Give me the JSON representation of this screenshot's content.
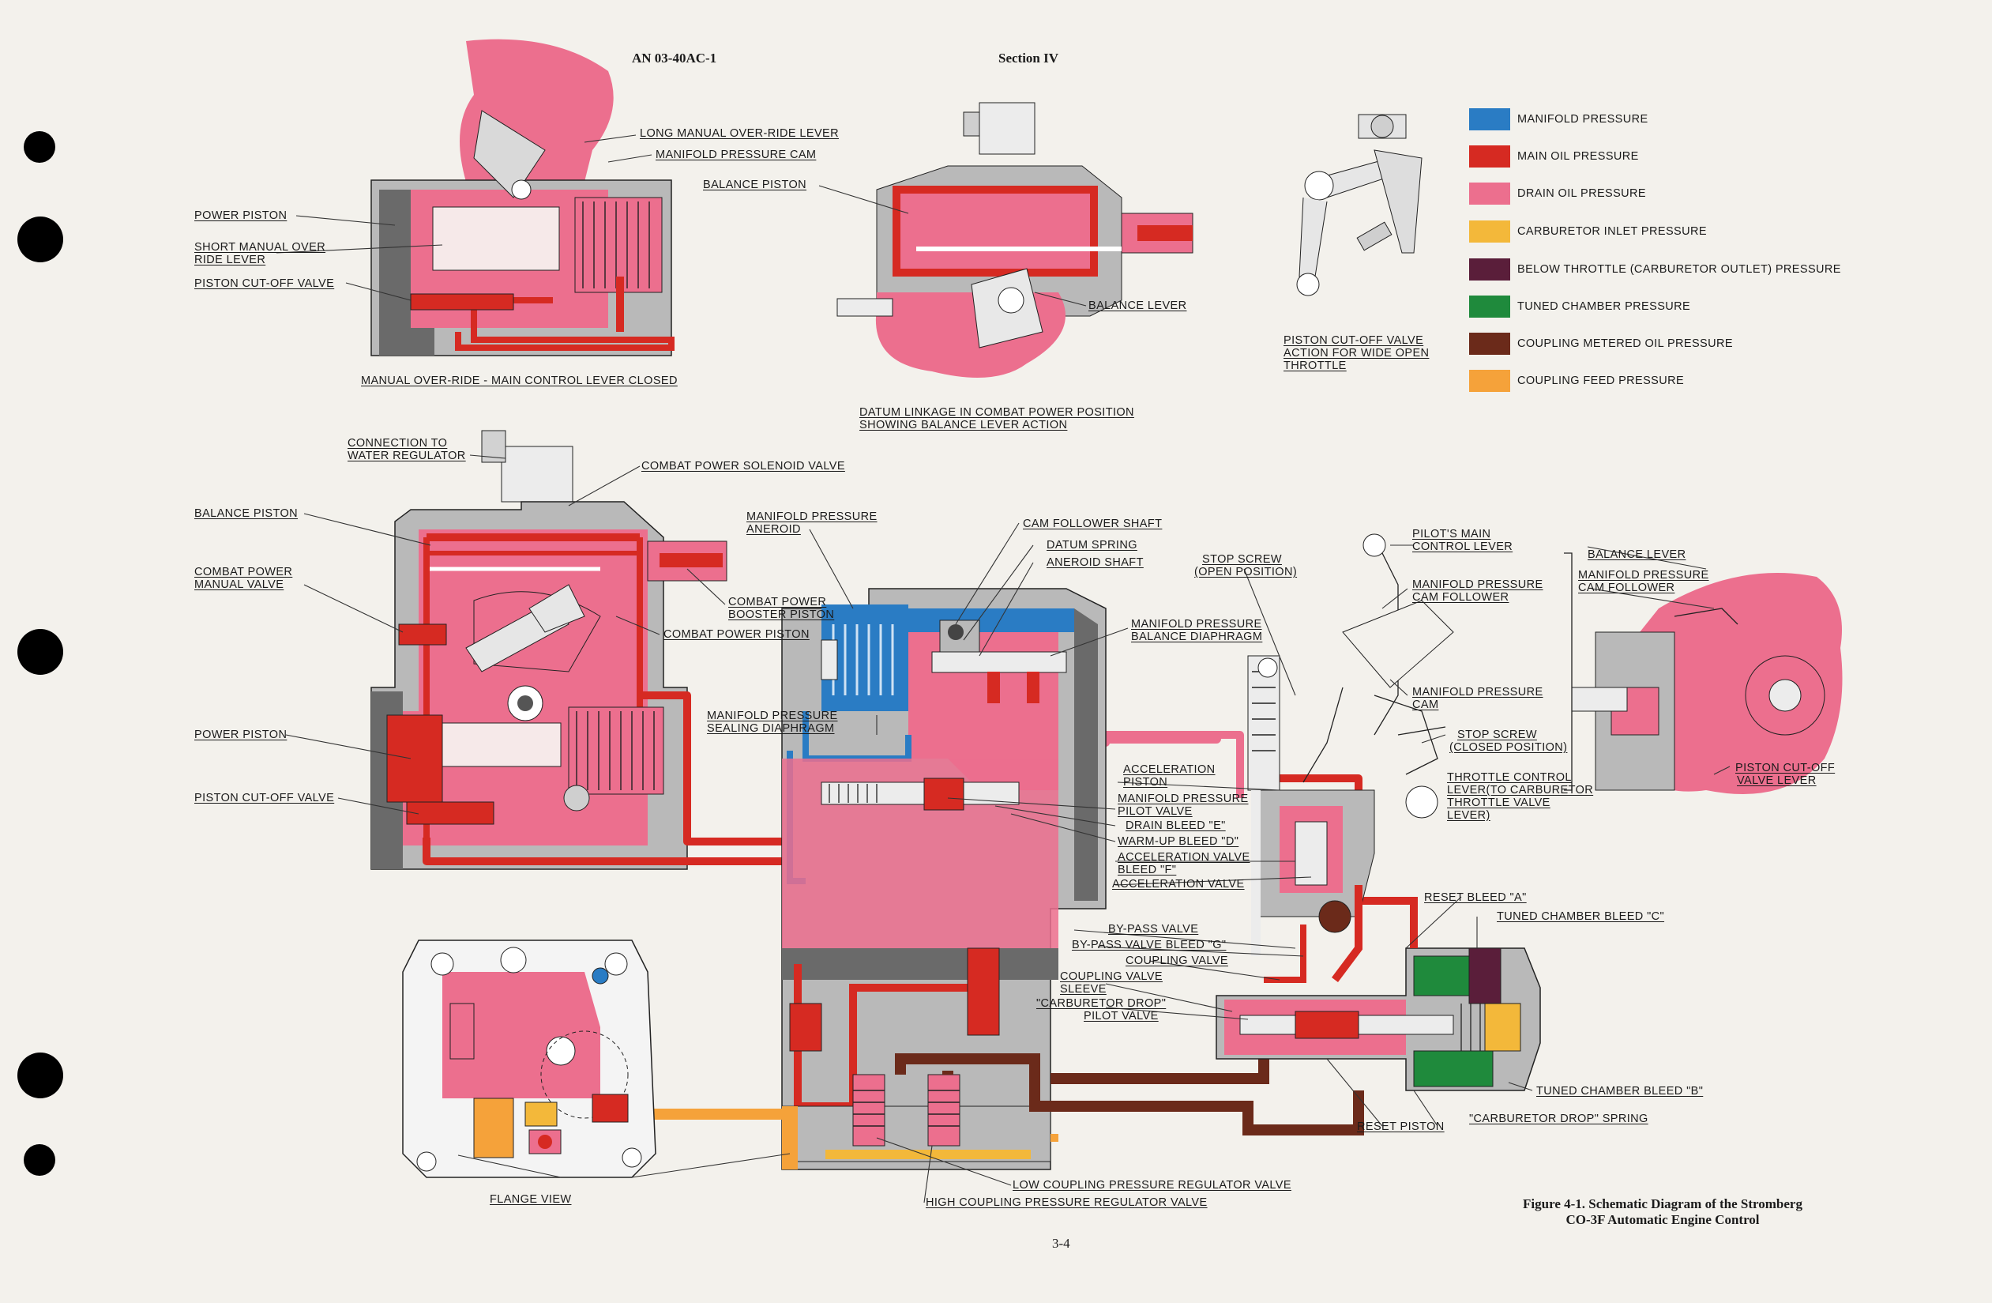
{
  "header": {
    "doc_number": "AN 03-40AC-1",
    "section": "Section IV"
  },
  "page_number": "3-4",
  "caption": {
    "line1": "Figure 4-1.  Schematic Diagram of the Stromberg",
    "line2": "CO-3F Automatic Engine Control"
  },
  "colors": {
    "manifold": "#2a7cc4",
    "main_oil": "#d62a22",
    "drain_oil": "#ec6f8e",
    "carb_inlet": "#f3b83a",
    "below_throttle": "#5a1e3a",
    "tuned_chamber": "#1f8a3c",
    "coupling_metered": "#6b2a1a",
    "coupling_feed": "#f5a23a",
    "housing": "#b9b9b9",
    "dark_housing": "#7a7a7a",
    "paper": "#f3f1ec"
  },
  "legend": [
    {
      "label": "MANIFOLD  PRESSURE",
      "color": "#2a7cc4"
    },
    {
      "label": "MAIN  OIL  PRESSURE",
      "color": "#d62a22"
    },
    {
      "label": "DRAIN  OIL  PRESSURE",
      "color": "#ec6f8e"
    },
    {
      "label": "CARBURETOR  INLET  PRESSURE",
      "color": "#f3b83a"
    },
    {
      "label": "BELOW  THROTTLE (CARBURETOR OUTLET) PRESSURE",
      "color": "#5a1e3a"
    },
    {
      "label": "TUNED  CHAMBER  PRESSURE",
      "color": "#1f8a3c"
    },
    {
      "label": "COUPLING  METERED  OIL  PRESSURE",
      "color": "#6b2a1a"
    },
    {
      "label": "COUPLING  FEED  PRESSURE",
      "color": "#f5a23a"
    }
  ],
  "callouts": {
    "long_manual_override_lever": "LONG MANUAL OVER-RIDE LEVER",
    "manifold_pressure_cam": "MANIFOLD  PRESSURE  CAM",
    "power_piston_top": "POWER  PISTON",
    "short_manual_override_lever_1": "SHORT MANUAL OVER",
    "short_manual_override_lever_2": "RIDE  LEVER",
    "piston_cutoff_valve_top": "PISTON  CUT-OFF  VALVE",
    "manual_override_caption": "MANUAL  OVER-RIDE - MAIN  CONTROL  LEVER  CLOSED",
    "balance_piston_top": "BALANCE  PISTON",
    "balance_lever_top": "BALANCE  LEVER",
    "datum_caption_1": "DATUM  LINKAGE  IN  COMBAT  POWER  POSITION",
    "datum_caption_2": "SHOWING  BALANCE  LEVER  ACTION",
    "piston_cutoff_action_1": "PISTON  CUT-OFF  VALVE",
    "piston_cutoff_action_2": "ACTION  FOR  WIDE  OPEN",
    "piston_cutoff_action_3": "THROTTLE",
    "connection_water_1": "CONNECTION  TO",
    "connection_water_2": "WATER  REGULATOR",
    "combat_power_solenoid_valve": "COMBAT  POWER  SOLENOID  VALVE",
    "balance_piston_main": "BALANCE  PISTON",
    "combat_power_manual_valve_1": "COMBAT  POWER",
    "combat_power_manual_valve_2": "MANUAL  VALVE",
    "combat_power_booster_piston_1": "COMBAT  POWER",
    "combat_power_booster_piston_2": "BOOSTER  PISTON",
    "combat_power_piston": "COMBAT  POWER  PISTON",
    "power_piston_main": "POWER  PISTON",
    "piston_cutoff_valve_main": "PISTON  CUT-OFF  VALVE",
    "manifold_pressure_aneroid_1": "MANIFOLD  PRESSURE",
    "manifold_pressure_aneroid_2": "ANEROID",
    "cam_follower_shaft": "CAM  FOLLOWER  SHAFT",
    "datum_spring": "DATUM  SPRING",
    "aneroid_shaft": "ANEROID  SHAFT",
    "manifold_pressure_balance_diaphragm_1": "MANIFOLD  PRESSURE",
    "manifold_pressure_balance_diaphragm_2": "BALANCE  DIAPHRAGM",
    "manifold_pressure_sealing_diaphragm_1": "MANIFOLD  PRESSURE",
    "manifold_pressure_sealing_diaphragm_2": "SEALING  DIAPHRAGM",
    "stop_screw_open_1": "STOP  SCREW",
    "stop_screw_open_2": "(OPEN  POSITION)",
    "pilots_main_control_lever_1": "PILOT'S  MAIN",
    "pilots_main_control_lever_2": "CONTROL  LEVER",
    "manifold_pressure_cam_follower_1": "MANIFOLD  PRESSURE",
    "manifold_pressure_cam_follower_2": "CAM  FOLLOWER",
    "manifold_pressure_cam_2_1": "MANIFOLD  PRESSURE",
    "manifold_pressure_cam_2_2": "CAM",
    "stop_screw_closed_1": "STOP  SCREW",
    "stop_screw_closed_2": "(CLOSED  POSITION)",
    "balance_lever_right": "BALANCE  LEVER",
    "manifold_pressure_cam_follower_r_1": "MANIFOLD  PRESSURE",
    "manifold_pressure_cam_follower_r_2": "CAM  FOLLOWER",
    "piston_cutoff_valve_lever_1": "PISTON  CUT-OFF",
    "piston_cutoff_valve_lever_2": "VALVE  LEVER",
    "acceleration_piston_1": "ACCELERATION",
    "acceleration_piston_2": "PISTON",
    "manifold_pressure_pilot_valve_1": "MANIFOLD  PRESSURE",
    "manifold_pressure_pilot_valve_2": "PILOT  VALVE",
    "drain_bleed_e": "DRAIN  BLEED \"E\"",
    "warmup_bleed_d": "WARM-UP  BLEED \"D\"",
    "acceleration_valve_bleed_f_1": "ACCELERATION  VALVE",
    "acceleration_valve_bleed_f_2": "BLEED  \"F\"",
    "acceleration_valve": "ACCELERATION  VALVE",
    "throttle_control_lever_1": "THROTTLE  CONTROL",
    "throttle_control_lever_2": "LEVER(TO CARBURETOR",
    "throttle_control_lever_3": "THROTTLE  VALVE",
    "throttle_control_lever_4": "LEVER)",
    "reset_bleed_a": "RESET  BLEED  \"A\"",
    "tuned_chamber_bleed_c": "TUNED  CHAMBER  BLEED \"C\"",
    "bypass_valve": "BY-PASS  VALVE",
    "bypass_valve_bleed_g": "BY-PASS  VALVE  BLEED \"G\"",
    "coupling_valve": "COUPLING  VALVE",
    "coupling_valve_sleeve_1": "COUPLING  VALVE",
    "coupling_valve_sleeve_2": "SLEEVE",
    "carburetor_drop_pilot_1": "\"CARBURETOR  DROP\"",
    "carburetor_drop_pilot_2": "PILOT  VALVE",
    "tuned_chamber_bleed_b": "TUNED  CHAMBER  BLEED  \"B\"",
    "reset_piston": "RESET  PISTON",
    "carburetor_drop_spring": "\"CARBURETOR  DROP\"  SPRING",
    "low_coupling_regulator": "LOW  COUPLING  PRESSURE  REGULATOR  VALVE",
    "high_coupling_regulator": "HIGH  COUPLING  PRESSURE  REGULATOR  VALVE",
    "flange_view": "FLANGE  VIEW"
  }
}
